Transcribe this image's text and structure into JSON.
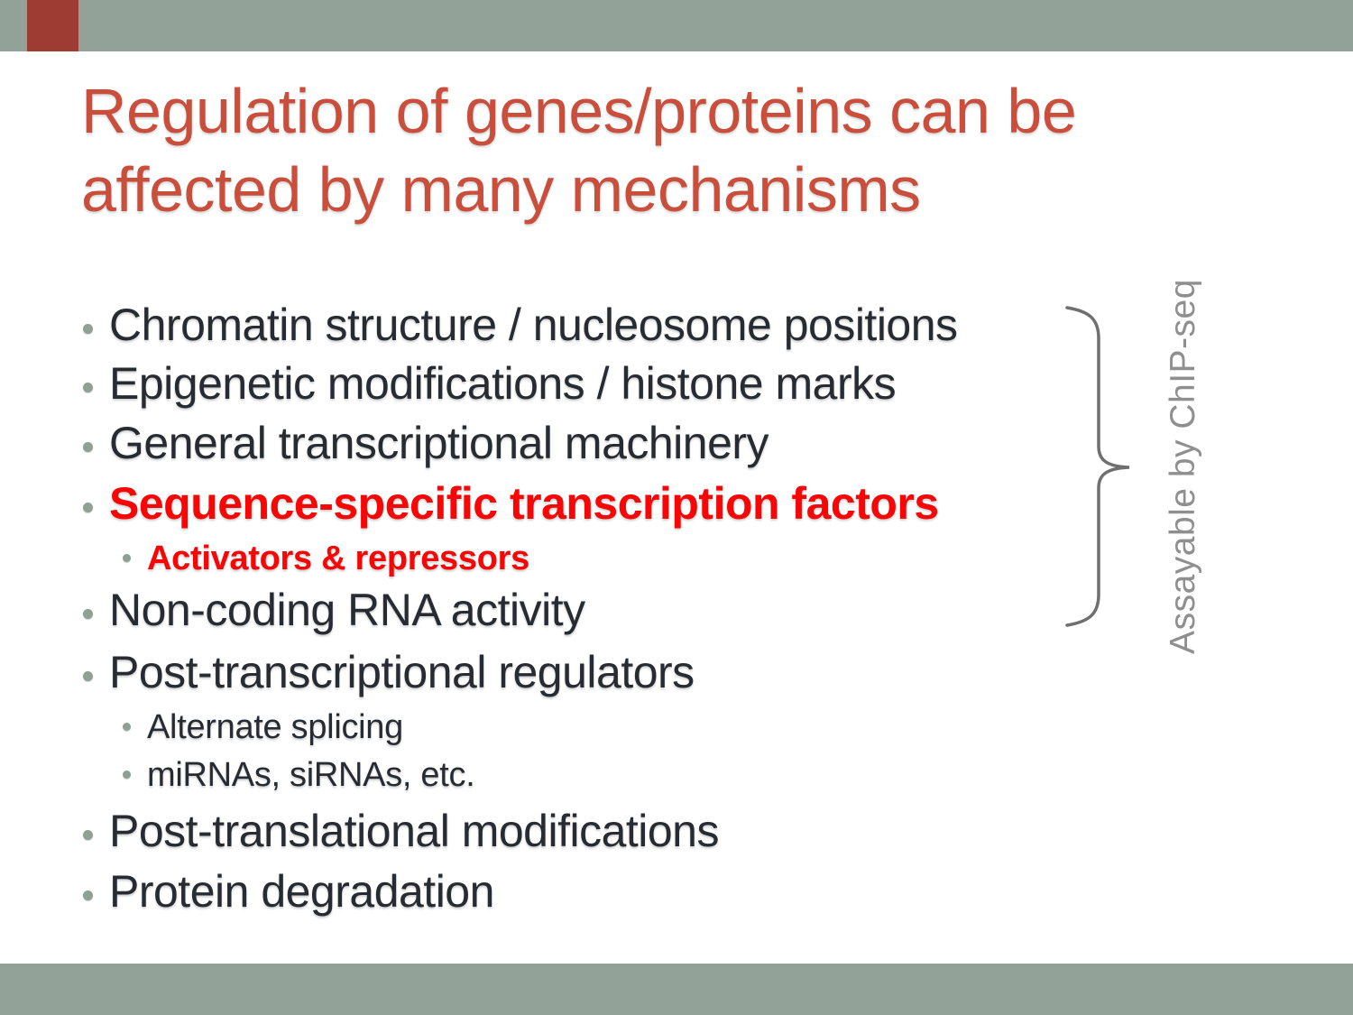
{
  "slide": {
    "title_lines": [
      "Regulation of genes/proteins can be",
      "affected by many mechanisms"
    ],
    "bullets": [
      {
        "text": "Chromatin structure / nucleosome positions",
        "level": 1,
        "emphasis": "normal"
      },
      {
        "text": "Epigenetic modifications / histone marks",
        "level": 1,
        "emphasis": "normal"
      },
      {
        "text": "General transcriptional machinery",
        "level": 1,
        "emphasis": "normal"
      },
      {
        "text": "Sequence-specific transcription factors",
        "level": 1,
        "emphasis": "red-bold"
      },
      {
        "text": "Activators & repressors",
        "level": 2,
        "emphasis": "red-bold"
      },
      {
        "text": "Non-coding RNA activity",
        "level": 1,
        "emphasis": "normal"
      },
      {
        "text": "Post-transcriptional regulators",
        "level": 1,
        "emphasis": "normal"
      },
      {
        "text": "Alternate splicing",
        "level": 2,
        "emphasis": "normal"
      },
      {
        "text": "miRNAs, siRNAs, etc.",
        "level": 2,
        "emphasis": "normal"
      },
      {
        "text": "Post-translational modifications",
        "level": 1,
        "emphasis": "normal"
      },
      {
        "text": "Protein degradation",
        "level": 1,
        "emphasis": "normal"
      }
    ],
    "annotation": {
      "label": "Assayable by ChIP-seq",
      "applies_to_bullets_from": "Chromatin structure / nucleosome positions",
      "applies_to_bullets_to": "Non-coding RNA activity"
    },
    "colors": {
      "band_sage": "#93a299",
      "accent_rect_red": "#9e3b32",
      "title_red": "#c94f3c",
      "highlight_red": "#f80505",
      "body_text": "#272c33",
      "bullet_dot": "#8da195",
      "annotation_gray": "#8f8f8f",
      "brace_gray": "#6f6f6f"
    }
  }
}
